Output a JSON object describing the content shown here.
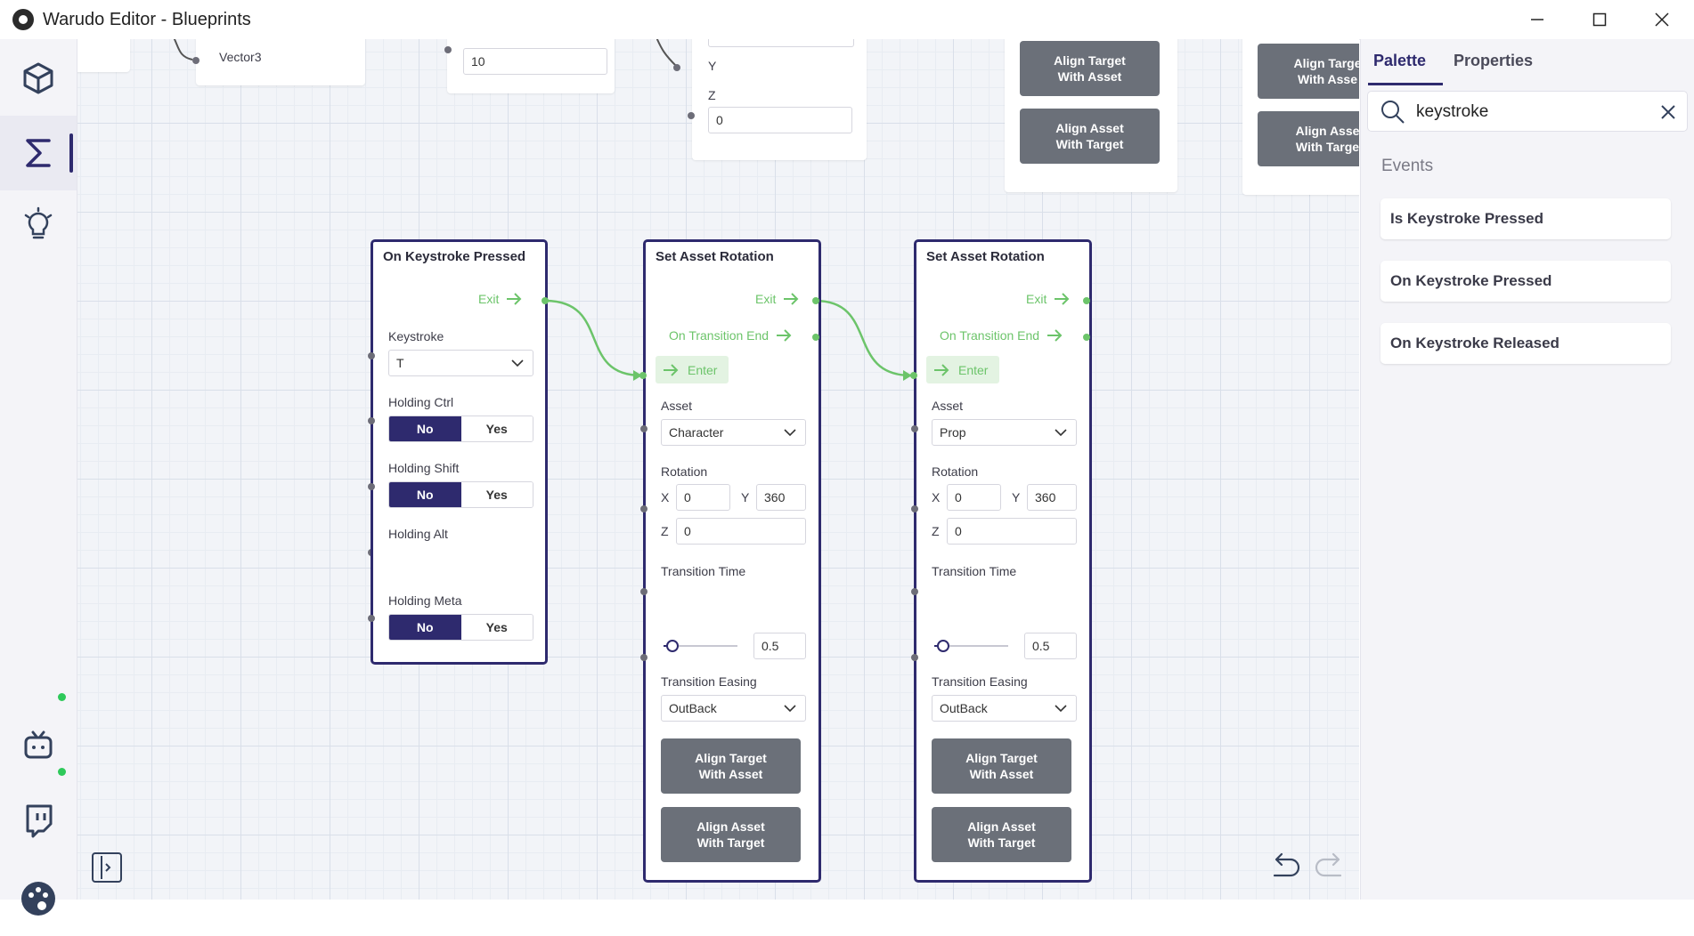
{
  "window": {
    "title": "Warudo Editor - Blueprints"
  },
  "canvas": {
    "ghost_labels": {
      "vector3": "Vector3",
      "value_10": "10",
      "y": "Y",
      "z": "Z",
      "z_value": "0",
      "align_target_with_asset": "Align Target\nWith Asset",
      "align_asset_with_target": "Align Asset\nWith Target",
      "align_target_clip": "Align Targe\nWith Asse",
      "align_asset_clip": "Align Asse\nWith Targe"
    },
    "node_keystroke": {
      "title": "On Keystroke Pressed",
      "exit": "Exit",
      "keystroke_label": "Keystroke",
      "keystroke_value": "T",
      "ctrl_label": "Holding Ctrl",
      "shift_label": "Holding Shift",
      "alt_label": "Holding Alt",
      "meta_label": "Holding Meta",
      "no": "No",
      "yes": "Yes"
    },
    "node_rot1": {
      "title": "Set Asset Rotation",
      "exit": "Exit",
      "transition_end": "On Transition End",
      "enter": "Enter",
      "asset_label": "Asset",
      "asset_value": "Character",
      "rotation_label": "Rotation",
      "x_label": "X",
      "x_value": "0",
      "y_label": "Y",
      "y_value": "360",
      "z_label": "Z",
      "z_value": "0",
      "time_label": "Transition Time",
      "time_value": "0.5",
      "time_fraction": 0.05,
      "easing_label": "Transition Easing",
      "easing_value": "OutBack",
      "btn1": "Align Target\nWith Asset",
      "btn2": "Align Asset\nWith Target"
    },
    "node_rot2": {
      "title": "Set Asset Rotation",
      "exit": "Exit",
      "transition_end": "On Transition End",
      "enter": "Enter",
      "asset_label": "Asset",
      "asset_value": "Prop",
      "rotation_label": "Rotation",
      "x_label": "X",
      "x_value": "0",
      "y_label": "Y",
      "y_value": "360",
      "z_label": "Z",
      "z_value": "0",
      "time_label": "Transition Time",
      "time_value": "0.5",
      "time_fraction": 0.05,
      "easing_label": "Transition Easing",
      "easing_value": "OutBack",
      "btn1": "Align Target\nWith Asset",
      "btn2": "Align Asset\nWith Target"
    }
  },
  "panel": {
    "tabs": [
      "Palette",
      "Properties"
    ],
    "search_value": "keystroke",
    "section": "Events",
    "items": [
      "Is Keystroke Pressed",
      "On Keystroke Pressed",
      "On Keystroke Released"
    ]
  },
  "colors": {
    "accent": "#2e2a6e",
    "flow": "#6cc46a",
    "button": "#6b7079",
    "status_online": "#2ec95a"
  }
}
